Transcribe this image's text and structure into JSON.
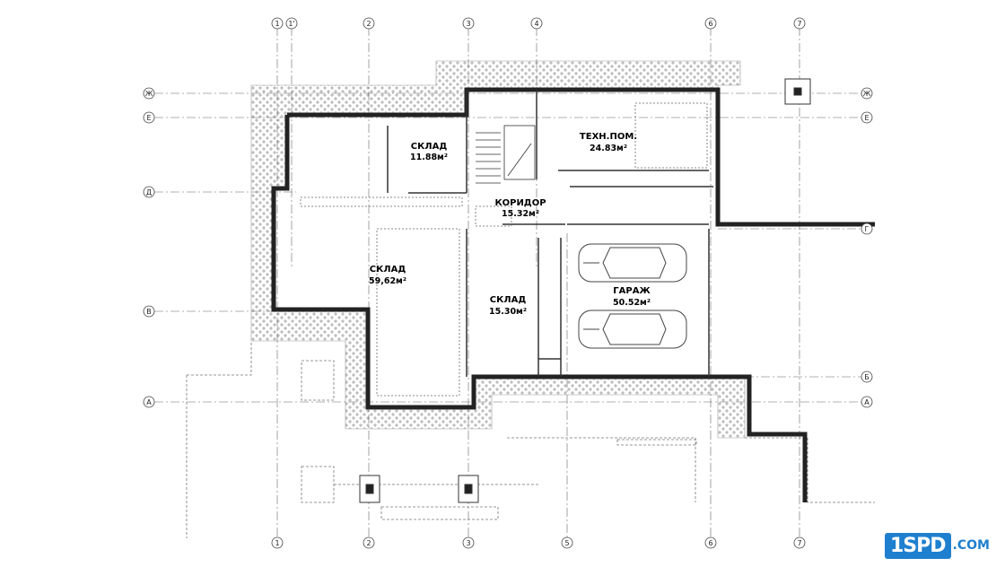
{
  "plan": {
    "grid_columns": [
      "1",
      "1'",
      "2",
      "3",
      "4",
      "6",
      "7"
    ],
    "grid_columns_bottom": [
      "1",
      "2",
      "3",
      "5",
      "6",
      "7"
    ],
    "grid_rows_left": [
      "Ж",
      "Е",
      "Д",
      "В",
      "А"
    ],
    "grid_rows_right": [
      "Ж",
      "Е",
      "Г",
      "Б",
      "А"
    ],
    "rooms": [
      {
        "key": "sklad1",
        "name": "СКЛАД",
        "area": "11.88м²"
      },
      {
        "key": "tech",
        "name": "ТЕХН.ПОМ.",
        "area": "24.83м²"
      },
      {
        "key": "corridor",
        "name": "КОРИДОР",
        "area": "15.32м²"
      },
      {
        "key": "sklad2",
        "name": "СКЛАД",
        "area": "59,62м²"
      },
      {
        "key": "sklad3",
        "name": "СКЛАД",
        "area": "15.30м²"
      },
      {
        "key": "garage",
        "name": "ГАРАЖ",
        "area": "50.52м²"
      }
    ],
    "colors": {
      "wall": "#222222",
      "hatch": "#9a9a9a",
      "line": "#555555"
    }
  },
  "logo": {
    "mark": "1SP",
    "accent": "D",
    "suffix": ".COM"
  }
}
